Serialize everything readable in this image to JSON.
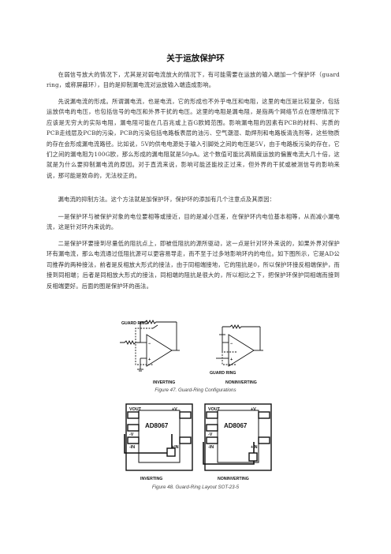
{
  "title": "关于运放保护环",
  "paragraphs": [
    "在弱信号放大的情况下，尤其是对弱电流放大的情况下，有可能需要在运放的输入端加一个保护环（guard ring，或称屏蔽环），目的是抑制漏电流对运放输入端造成影响。",
    "先说漏电流的形成。所谓漏电流，也是电流，它的形成也不外乎电压和电阻，这里的电压是比较复杂，包括运放供电的电压，也包括信号的电压和外界干扰的电压。这里的电阻是漏电阻，是指两个网络节点在理想情况下应该是无穷大的实际电阻，漏电阻可能在几百兆或上百G欧姆范围。影响漏电阻的因素有PCB的材料、劣质的PCB走线层及PCB的污染，PCB的污染包括电路板表层的油污、空气潮湿、助焊剂和电路板清洗剂等，这些物质的存在会形成漏电流路径。比如说，5V的供电电源处于输入引脚处之间的电压是5V，由于电路板污染的存在，它们之间的漏电阻为100G欧，那么形成的漏电阻就是50pA。这个数值可能比高精度运放的偏置电流大几十倍，这就是为什么要抑制漏电流的原因。对于直流来说，影响可能还能校正过来，但外界的干扰或被测信号的影响来说，那可能是致命的，无法校正的。",
    "漏电流的抑制方法。这个方法就是加保护环，保护环的添加有几个注意点及其原因：",
    "一是保护环与被保护对象的电位要相等或接近，目的是减小压差，在保护环内电位基本相等，从而减小漏电流，这是针对环内来说的。",
    "二是保护环要接到尽量低的阻抗点上，即被低阻抗的源所驱动，这一点是针对环外来说的，如果外界对保护环有漏电流，那么电流通过低阻抗源可以更容易导走，而不至于过多地影响环内的电位。如下图所示，它是AD公司推荐的两种接法，前者是反相放大形式的接法，由于同相端接地，它的阻抗是0，所以保护环接反相端保护，而接到同相端；后者是同相放大形式的接法，同相端的阻抗是很大的，所以相比之下，把保护环保护同相端而接到反相端更好。后面的图是保护环的画法。"
  ],
  "figure47": {
    "guard_ring_label_1": "GUARD RING",
    "guard_ring_label_2": "GUARD RING",
    "inverting_label": "INVERTING",
    "noninverting_label": "NONINVERTING",
    "caption": "Figure 47. Guard-Ring Configurations"
  },
  "figure48": {
    "left": {
      "vout": "VOUT",
      "plus_v": "+V",
      "chip": "AD8067",
      "minus_v": "-V",
      "minus_in": "-IN",
      "plus_in": "+IN",
      "label": "INVERTING"
    },
    "right": {
      "vout": "VOUT",
      "plus_v": "+V",
      "chip": "AD8067",
      "minus_v": "-V",
      "minus_in": "-IN",
      "plus_in": "+IN",
      "label": "NONINVERTING"
    },
    "caption": "Figure 48. Guard-Ring Layout SOT-23-5"
  }
}
